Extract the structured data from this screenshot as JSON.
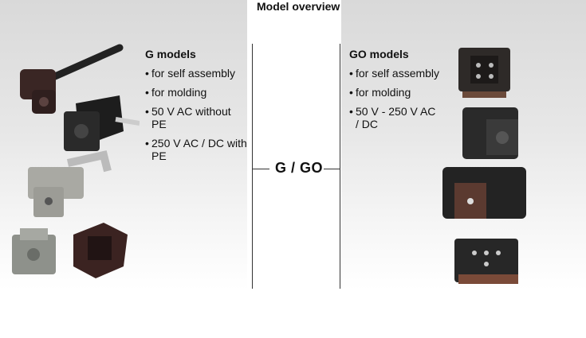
{
  "page_title": "Model overview",
  "center_label": "G / GO",
  "g_section": {
    "title": "G models",
    "items": [
      "for self assembly",
      "for molding",
      "50 V AC without PE",
      "250 V AC / DC with PE"
    ]
  },
  "go_section": {
    "title": "GO models",
    "items": [
      "for self assembly",
      "for molding",
      "50 V - 250 V AC / DC"
    ]
  }
}
